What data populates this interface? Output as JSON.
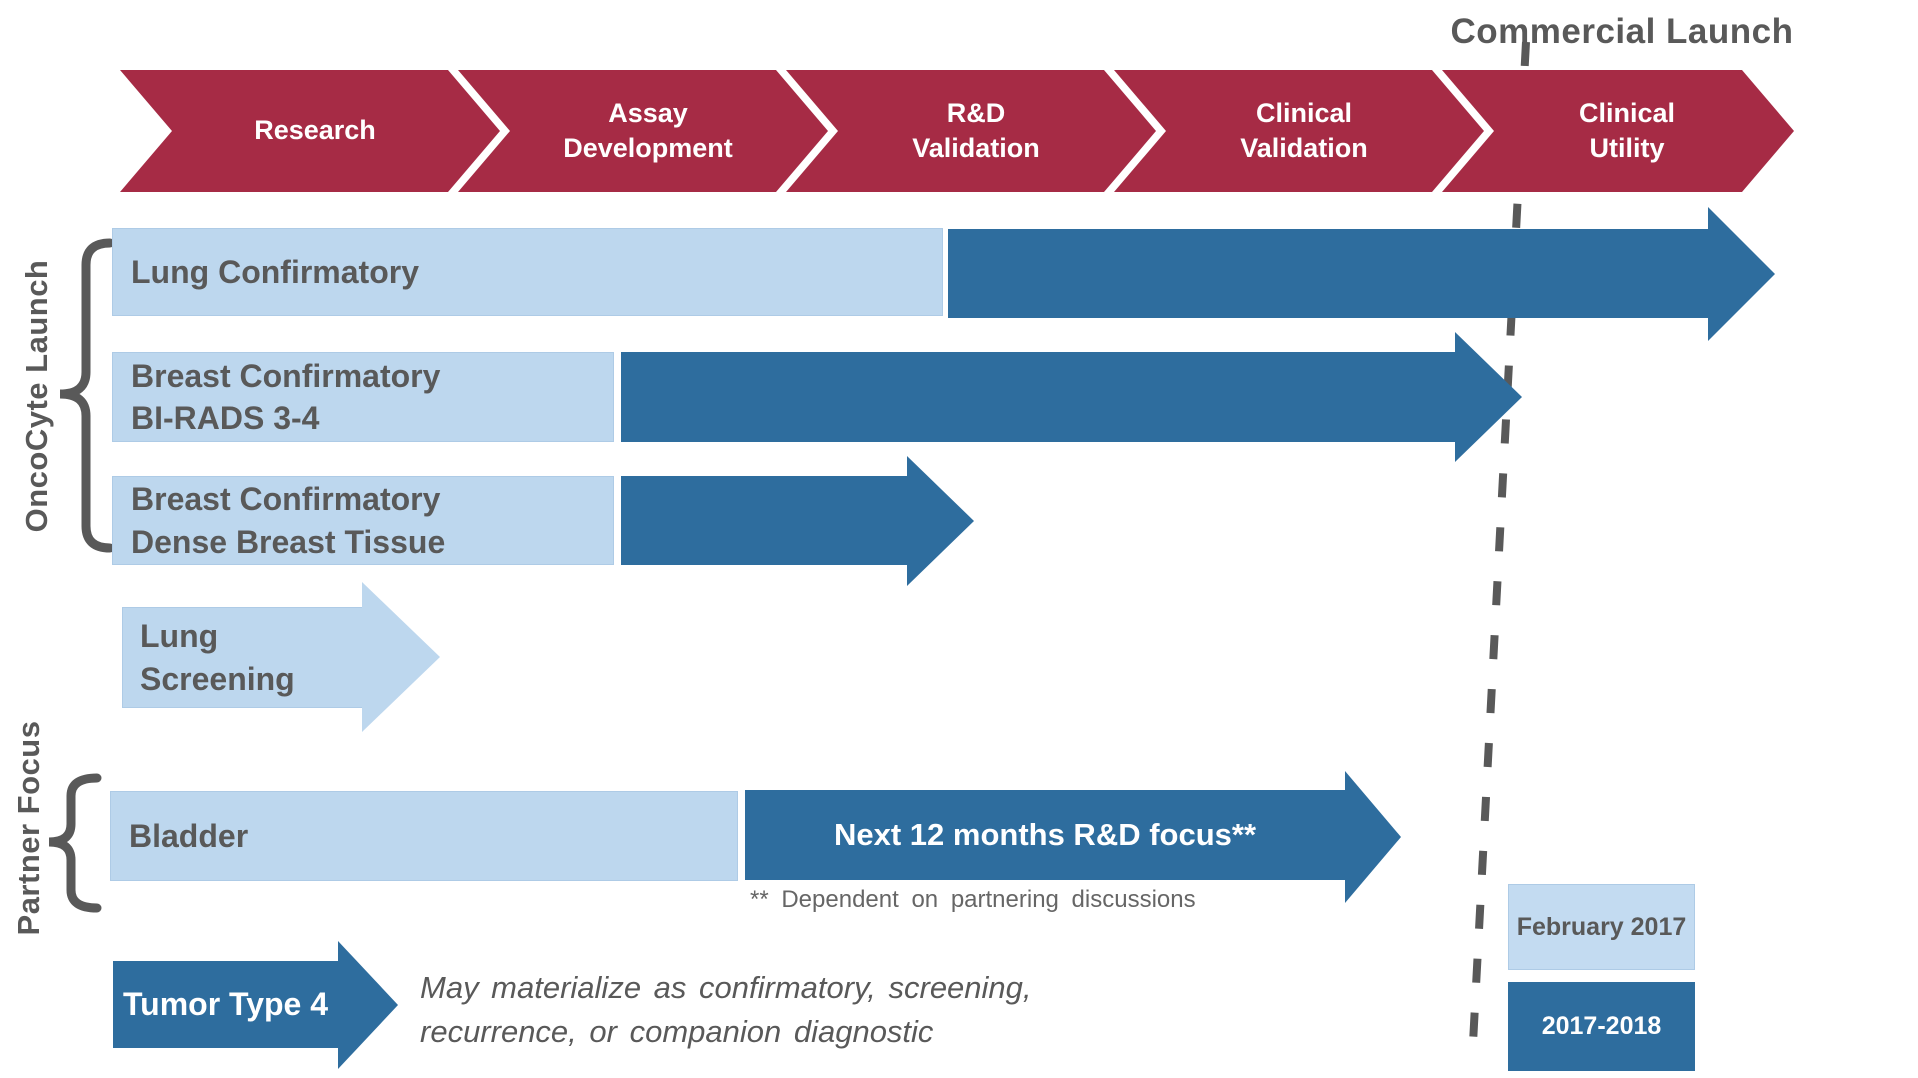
{
  "colors": {
    "stage_crimson": "#A62B45",
    "dark_blue": "#2E6D9E",
    "light_blue": "#BDD7EE",
    "label_gray": "#595959"
  },
  "header": {
    "commercial_launch_label": "Commercial Launch",
    "stages": [
      {
        "label": "Research"
      },
      {
        "label": "Assay\nDevelopment"
      },
      {
        "label": "R&D\nValidation"
      },
      {
        "label": "Clinical\nValidation"
      },
      {
        "label": "Clinical\nUtility"
      }
    ]
  },
  "groups": {
    "oncocyte": "OncoCyte Launch",
    "partner": "Partner Focus"
  },
  "rows": [
    {
      "label": "Lung Confirmatory",
      "segments": [
        "February 2017",
        "2017-2018"
      ]
    },
    {
      "label": "Breast Confirmatory\nBI-RADS 3-4",
      "segments": [
        "February 2017",
        "2017-2018"
      ]
    },
    {
      "label": "Breast Confirmatory\nDense Breast Tissue",
      "segments": [
        "February 2017",
        "2017-2018"
      ]
    },
    {
      "label": "Lung\nScreening",
      "segments": [
        "February 2017"
      ]
    },
    {
      "label": "Bladder",
      "arrow_text": "Next 12 months R&D focus**",
      "segments": [
        "February 2017",
        "2017-2018"
      ]
    },
    {
      "label": "Tumor Type 4",
      "segments": [
        "2017-2018"
      ]
    }
  ],
  "notes": {
    "partnering": "** Dependent on partnering discussions",
    "tumor_type": "May materialize as confirmatory, screening,\nrecurrence, or companion diagnostic"
  },
  "legend": [
    {
      "label": "February 2017"
    },
    {
      "label": "2017-2018"
    }
  ]
}
